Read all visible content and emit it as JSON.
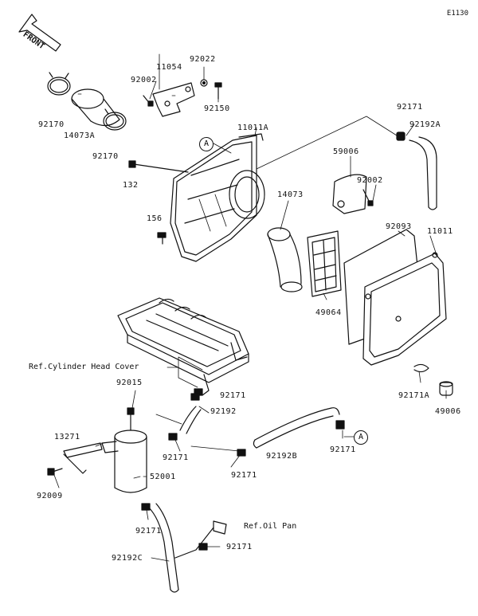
{
  "figure_code": "E1130",
  "front_label": "FRONT",
  "circle_ref": "A",
  "refs": {
    "cylinder_head_cover": "Ref.Cylinder Head Cover",
    "oil_pan": "Ref.Oil Pan"
  },
  "parts": {
    "p11054": "11054",
    "p92022": "92022",
    "p92002_top": "92002",
    "p92150": "92150",
    "p92170_left": "92170",
    "p14073A": "14073A",
    "p92170_mid": "92170",
    "p132": "132",
    "p156": "156",
    "p11011A": "11011A",
    "p92171_top": "92171",
    "p92192A": "92192A",
    "p59006": "59006",
    "p92002_right": "92002",
    "p14073": "14073",
    "p92093": "92093",
    "p11011": "11011",
    "p49064": "49064",
    "p92171A": "92171A",
    "p49006": "49006",
    "p92015": "92015",
    "p92171_a": "92171",
    "p92192": "92192",
    "p13271": "13271",
    "p92171_b": "92171",
    "p92171_c": "92171",
    "p92192B": "92192B",
    "p92171_d": "92171",
    "p52001": "52001",
    "p92009": "92009",
    "p92171_e": "92171",
    "p92171_f": "92171",
    "p92192C": "92192C"
  }
}
